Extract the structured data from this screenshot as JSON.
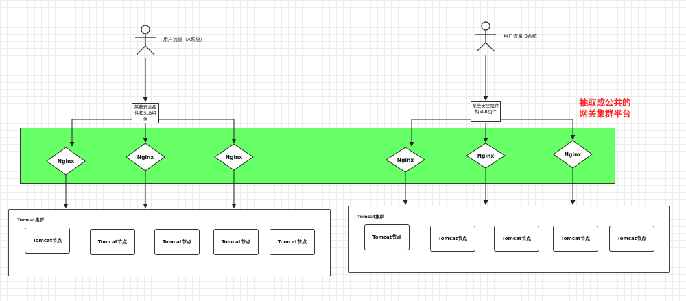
{
  "actors": {
    "a_label": "用户流量（A系统）",
    "b_label": "用户流量 B系统"
  },
  "security_box": {
    "a_text": "某些安全组件和SLB组件",
    "b_text": "某些安全组件和SLB组件"
  },
  "gateway": {
    "nginx_label": "Nginx",
    "note": "抽取成公共的网关集群平台",
    "note_color": "#ff2222",
    "band_color": "#66ff66"
  },
  "clusters": {
    "a_title": "Tomcat集群",
    "b_title": "Tomcat集群",
    "node_label": "Tomcat节点"
  }
}
